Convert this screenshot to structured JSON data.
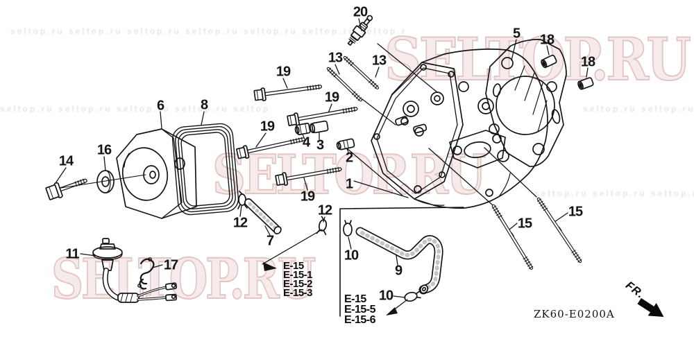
{
  "diagram": {
    "code": "ZK60-E0200A",
    "direction_label": "FR.",
    "watermark": "SELTOP.RU",
    "tiled_text": "seltop.ru seltop.ru seltop.ru seltop.ru seltop.ru seltop.ru seltop.ru seltop.ru seltop.ru",
    "callouts": {
      "c1": "1",
      "c2": "2",
      "c3": "3",
      "c4": "4",
      "c5": "5",
      "c6": "6",
      "c7": "7",
      "c8": "8",
      "c9": "9",
      "c10a": "10",
      "c10b": "10",
      "c11": "11",
      "c12a": "12",
      "c12b": "12",
      "c13a": "13",
      "c13b": "13",
      "c14": "14",
      "c15a": "15",
      "c15b": "15",
      "c16": "16",
      "c17": "17",
      "c18a": "18",
      "c18b": "18",
      "c19a": "19",
      "c19b": "19",
      "c19c": "19",
      "c19d": "19",
      "c20": "20"
    },
    "ref_blocks": {
      "left": [
        "E-15",
        "E-15-1",
        "E-15-2",
        "E-15-3"
      ],
      "box": [
        "E-15",
        "E-15-5",
        "E-15-6"
      ]
    },
    "colors": {
      "line": "#141414",
      "watermark_fill": "#f6ebea",
      "watermark_edge": "#e2c6c4",
      "background": "#ffffff"
    }
  }
}
